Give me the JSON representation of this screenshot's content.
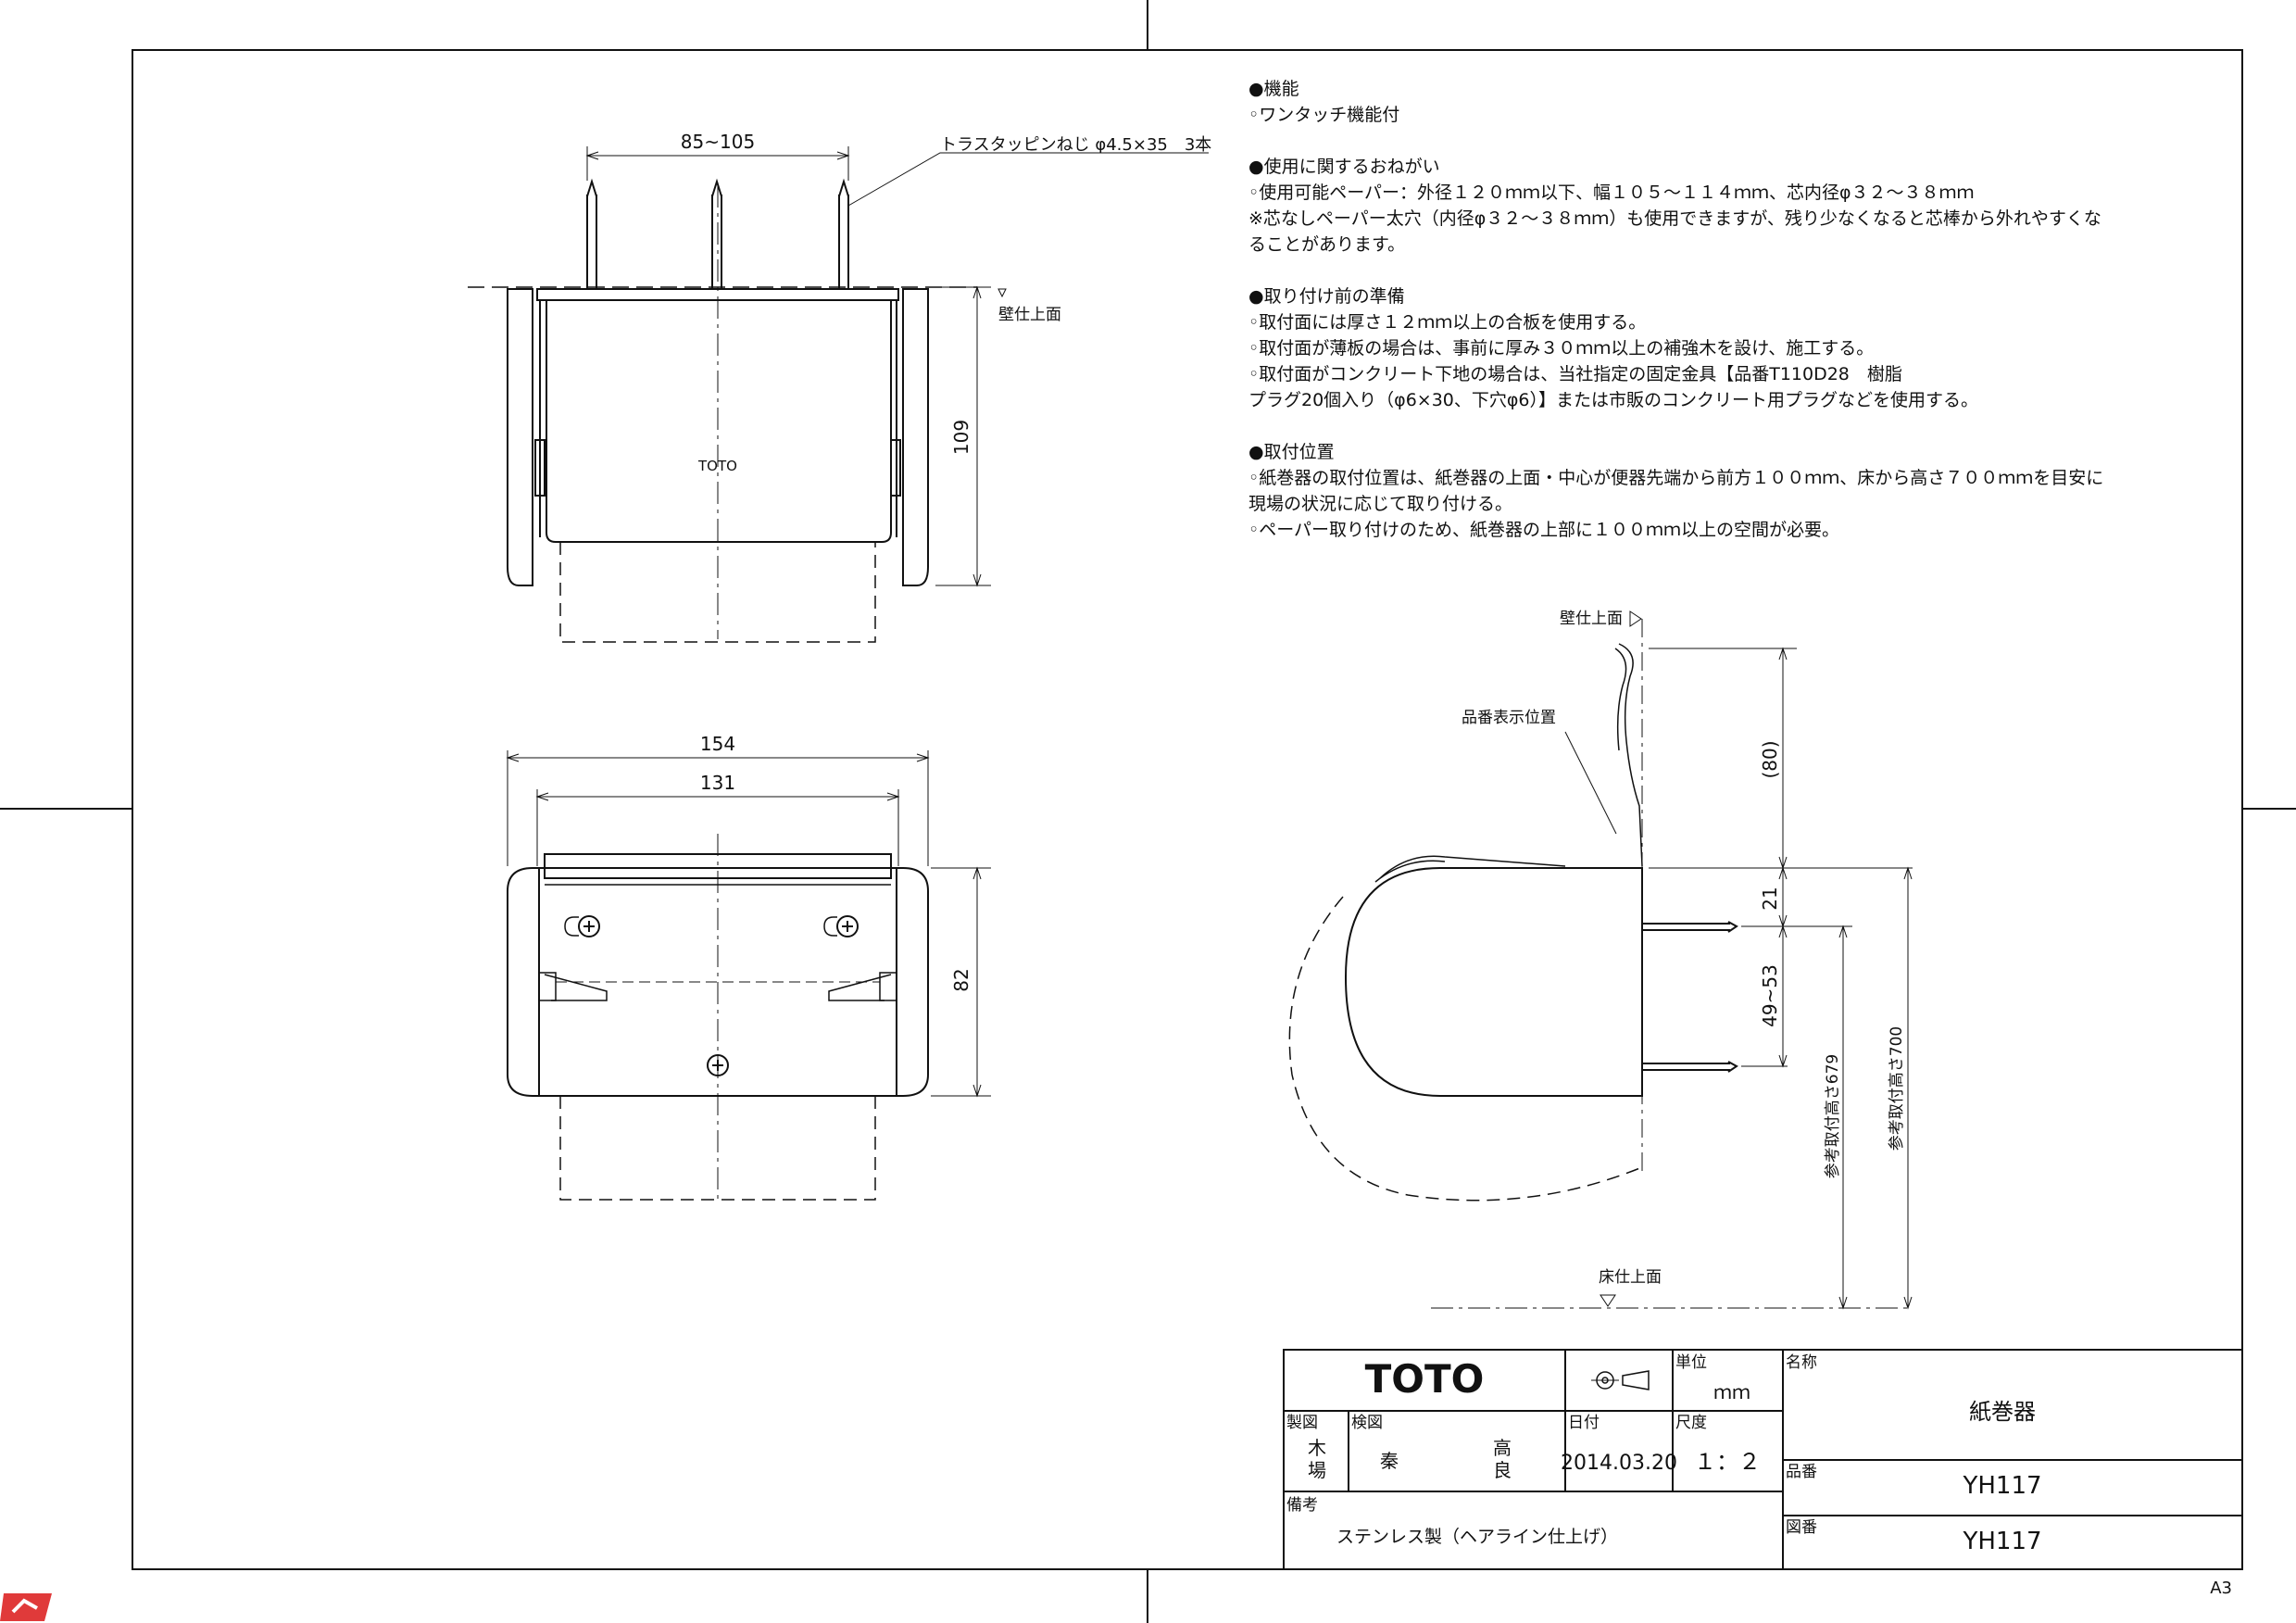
{
  "notes": {
    "h1": "●機能",
    "l1": "◦ワンタッチ機能付",
    "h2": "●使用に関するおねがい",
    "l2": "◦使用可能ペーパー：外径１２０ｍｍ以下、幅１０５～１１４ｍｍ、芯内径φ３２～３８ｍｍ",
    "l3": "※芯なしペーパー太穴（内径φ３２～３８ｍｍ）も使用できますが、残り少なくなると芯棒から外れやすくな",
    "l4": "ることがあります。",
    "h3": "●取り付け前の準備",
    "l5": "◦取付面には厚さ１２ｍｍ以上の合板を使用する。",
    "l6": "◦取付面が薄板の場合は、事前に厚み３０ｍｍ以上の補強木を設け、施工する。",
    "l7": "◦取付面がコンクリート下地の場合は、当社指定の固定金具【品番T110D28　樹脂",
    "l8": "プラグ20個入り（φ6×30、下穴φ6）】または市販のコンクリート用プラグなどを使用する。",
    "h4": "●取付位置",
    "l9": "◦紙巻器の取付位置は、紙巻器の上面・中心が便器先端から前方１００ｍｍ、床から高さ７００ｍｍを目安に",
    "l10": "現場の状況に応じて取り付ける。",
    "l11": "◦ペーパー取り付けのため、紙巻器の上部に１００ｍｍ以上の空間が必要。"
  },
  "drawing": {
    "top_view": {
      "dim_screw_spacing": "85~105",
      "screw_note": "トラスタッピンねじ φ4.5×35　3本",
      "wall_label": "壁仕上面",
      "dim_height": "109",
      "brand_mark": "TOTO"
    },
    "front_view": {
      "dim_outer_width": "154",
      "dim_inner_width": "131",
      "dim_depth": "82"
    },
    "side_view": {
      "wall_label": "壁仕上面",
      "model_position_label": "品番表示位置",
      "dim_80": "(80)",
      "dim_21": "21",
      "dim_49_53": "49~53",
      "ref_height_679": "参考取付高さ679",
      "ref_height_700": "参考取付高さ700",
      "floor_label": "床仕上面"
    }
  },
  "title_block": {
    "brand": "TOTO",
    "unit_label": "単位",
    "unit_value": "ｍｍ",
    "name_label": "名称",
    "name_value": "紙巻器",
    "drawn_label": "製図",
    "drawn_by": "木\n場",
    "checked_label": "検図",
    "checked_by_1": "秦",
    "checked_by_2": "高\n良",
    "date_label": "日付",
    "date_value": "2014.03.20",
    "scale_label": "尺度",
    "scale_value": "１：２",
    "part_no_label": "品番",
    "part_no_value": "YH117",
    "remarks_label": "備考",
    "remarks_value": "ステンレス製（ヘアライン仕上げ）",
    "drawing_no_label": "図番",
    "drawing_no_value": "YH117"
  },
  "sheet_size": "A3"
}
